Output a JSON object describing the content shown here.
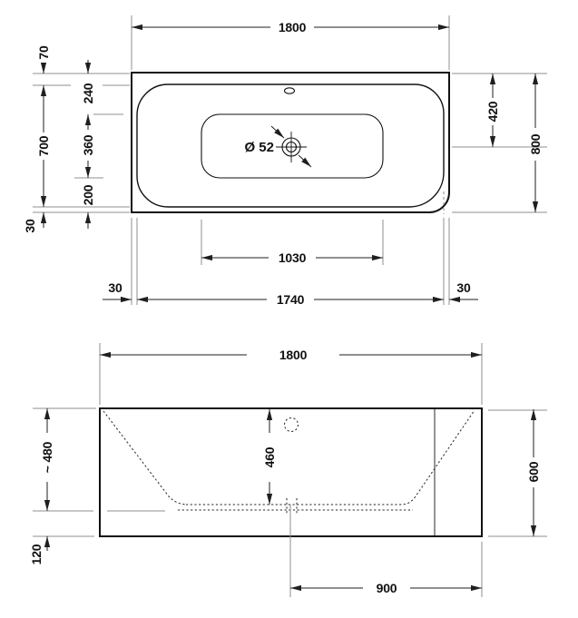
{
  "plan": {
    "overall_width": "1800",
    "rim_top": "70",
    "top_to_basin": "240",
    "basin_width": "360",
    "basin_to_bottom": "200",
    "inner_depth": "700",
    "rim_bottom": "30",
    "drain_from_top": "420",
    "overall_depth": "800",
    "drain_diameter": "Ø 52",
    "basin_length": "1030",
    "rim_left": "30",
    "inner_length": "1740",
    "rim_right": "30"
  },
  "elevation": {
    "overall_width": "1800",
    "depth_approx": "~ 480",
    "inner_depth": "460",
    "overall_height": "600",
    "base_height": "120",
    "drain_from_right": "900"
  }
}
